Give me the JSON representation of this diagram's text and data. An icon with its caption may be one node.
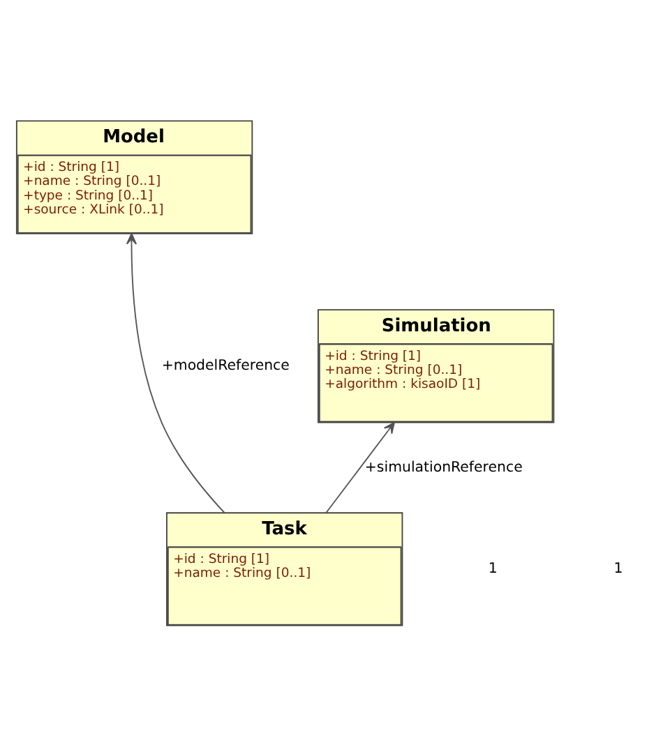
{
  "diagram": {
    "nodes": [
      {
        "text": [
          "Model",
          "+id : String [1]",
          "+name : String [0..1]",
          "+type : String [0..1]",
          "+source : XLink [0..1]"
        ]
      },
      {
        "text": [
          "Simulation",
          "+id : String [1]",
          "+name : String [0..1]",
          "+algorithm : kisaoID [1]"
        ]
      },
      {
        "text": [
          "Task",
          "+id : String [1]",
          "+name : String [0..1]"
        ]
      }
    ],
    "edges": [
      {
        "from": 2,
        "to": 0,
        "arrow": "to",
        "label": "+modelReference"
      },
      {
        "from": 2,
        "to": 1,
        "arrow": "to",
        "label": "+simulationReference"
      }
    ],
    "labels": [
      "1",
      "1"
    ]
  }
}
